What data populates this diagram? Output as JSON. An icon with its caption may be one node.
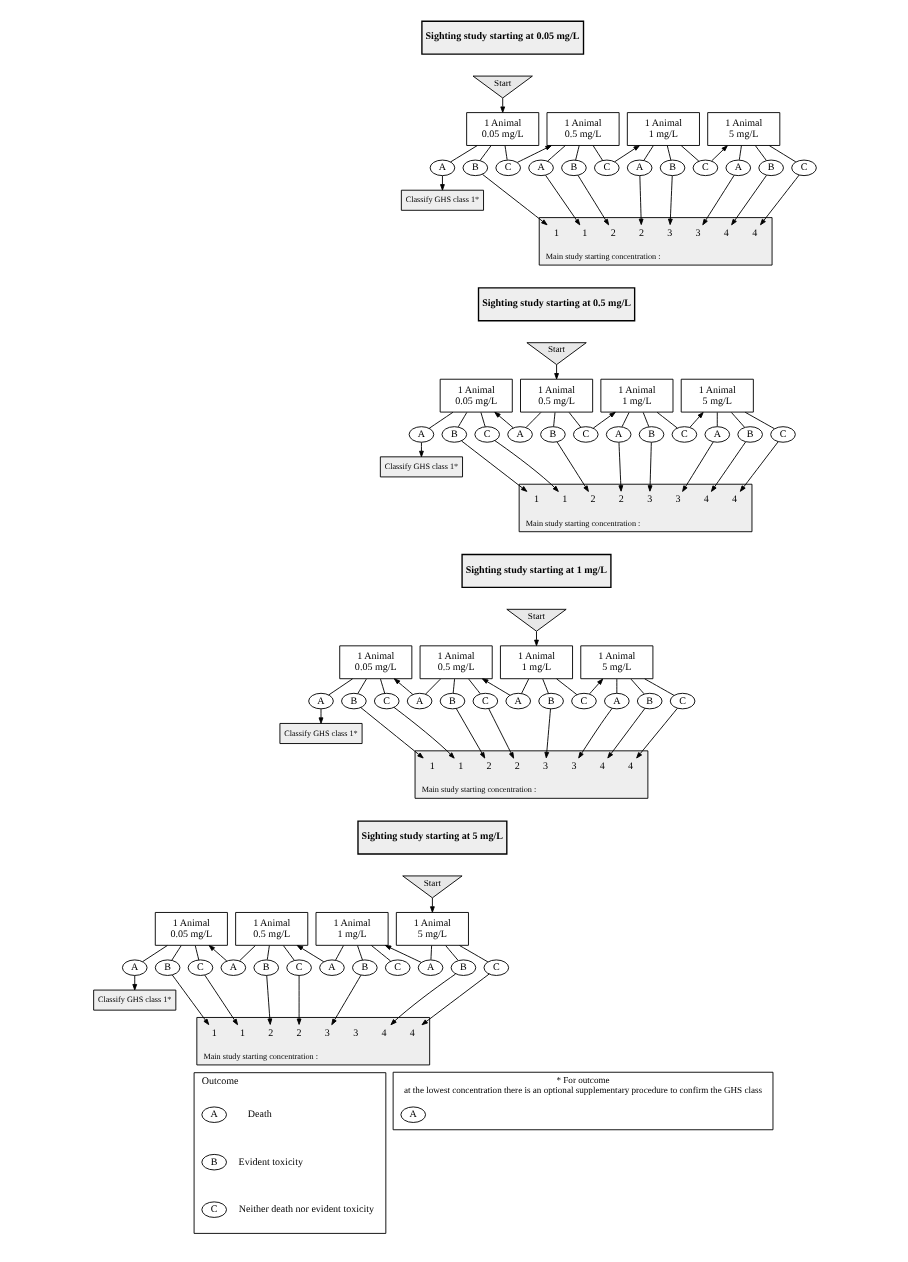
{
  "diagram": {
    "nodes": [
      {
        "text": [
          "Sighting study starting at 0.05 mg/L"
        ]
      },
      {
        "text": [
          "Start"
        ]
      },
      {
        "text": [
          "1 Animal",
          "0.05 mg/L"
        ]
      },
      {
        "text": [
          "1 Animal",
          "0.5 mg/L"
        ]
      },
      {
        "text": [
          "1 Animal",
          "1 mg/L"
        ]
      },
      {
        "text": [
          "1 Animal",
          "5 mg/L"
        ]
      },
      {
        "text": [
          "A"
        ]
      },
      {
        "text": [
          "B"
        ]
      },
      {
        "text": [
          "C"
        ]
      },
      {
        "text": [
          "A"
        ]
      },
      {
        "text": [
          "B"
        ]
      },
      {
        "text": [
          "C"
        ]
      },
      {
        "text": [
          "A"
        ]
      },
      {
        "text": [
          "B"
        ]
      },
      {
        "text": [
          "C"
        ]
      },
      {
        "text": [
          "A"
        ]
      },
      {
        "text": [
          "B"
        ]
      },
      {
        "text": [
          "C"
        ]
      },
      {
        "text": [
          "Classify GHS class 1*"
        ]
      },
      {
        "text": [
          "Main study starting concentration :"
        ]
      },
      {
        "text": [
          "1"
        ],
        "in": 19
      },
      {
        "text": [
          "1"
        ],
        "in": 19
      },
      {
        "text": [
          "2"
        ],
        "in": 19
      },
      {
        "text": [
          "2"
        ],
        "in": 19
      },
      {
        "text": [
          "3"
        ],
        "in": 19
      },
      {
        "text": [
          "3"
        ],
        "in": 19
      },
      {
        "text": [
          "4"
        ],
        "in": 19
      },
      {
        "text": [
          "4"
        ],
        "in": 19
      },
      {
        "text": [
          "Sighting study starting at 0.5 mg/L"
        ]
      },
      {
        "text": [
          "Start"
        ]
      },
      {
        "text": [
          "1 Animal",
          "0.05 mg/L"
        ]
      },
      {
        "text": [
          "1 Animal",
          "0.5 mg/L"
        ]
      },
      {
        "text": [
          "1 Animal",
          "1 mg/L"
        ]
      },
      {
        "text": [
          "1 Animal",
          "5 mg/L"
        ]
      },
      {
        "text": [
          "A"
        ]
      },
      {
        "text": [
          "B"
        ]
      },
      {
        "text": [
          "C"
        ]
      },
      {
        "text": [
          "A"
        ]
      },
      {
        "text": [
          "B"
        ]
      },
      {
        "text": [
          "C"
        ]
      },
      {
        "text": [
          "A"
        ]
      },
      {
        "text": [
          "B"
        ]
      },
      {
        "text": [
          "C"
        ]
      },
      {
        "text": [
          "A"
        ]
      },
      {
        "text": [
          "B"
        ]
      },
      {
        "text": [
          "C"
        ]
      },
      {
        "text": [
          "Classify GHS class 1*"
        ]
      },
      {
        "text": [
          "Main study starting concentration :"
        ]
      },
      {
        "text": [
          "1"
        ],
        "in": 47
      },
      {
        "text": [
          "1"
        ],
        "in": 47
      },
      {
        "text": [
          "2"
        ],
        "in": 47
      },
      {
        "text": [
          "2"
        ],
        "in": 47
      },
      {
        "text": [
          "3"
        ],
        "in": 47
      },
      {
        "text": [
          "3"
        ],
        "in": 47
      },
      {
        "text": [
          "4"
        ],
        "in": 47
      },
      {
        "text": [
          "4"
        ],
        "in": 47
      },
      {
        "text": [
          "Sighting study starting at 1 mg/L"
        ]
      },
      {
        "text": [
          "Start"
        ]
      },
      {
        "text": [
          "1 Animal",
          "0.05 mg/L"
        ]
      },
      {
        "text": [
          "1 Animal",
          "0.5 mg/L"
        ]
      },
      {
        "text": [
          "1 Animal",
          "1 mg/L"
        ]
      },
      {
        "text": [
          "1 Animal",
          "5 mg/L"
        ]
      },
      {
        "text": [
          "A"
        ]
      },
      {
        "text": [
          "B"
        ]
      },
      {
        "text": [
          "C"
        ]
      },
      {
        "text": [
          "A"
        ]
      },
      {
        "text": [
          "B"
        ]
      },
      {
        "text": [
          "C"
        ]
      },
      {
        "text": [
          "A"
        ]
      },
      {
        "text": [
          "B"
        ]
      },
      {
        "text": [
          "C"
        ]
      },
      {
        "text": [
          "A"
        ]
      },
      {
        "text": [
          "B"
        ]
      },
      {
        "text": [
          "C"
        ]
      },
      {
        "text": [
          "Classify GHS class 1*"
        ]
      },
      {
        "text": [
          "Main study starting concentration :"
        ]
      },
      {
        "text": [
          "1"
        ],
        "in": 75
      },
      {
        "text": [
          "1"
        ],
        "in": 75
      },
      {
        "text": [
          "2"
        ],
        "in": 75
      },
      {
        "text": [
          "2"
        ],
        "in": 75
      },
      {
        "text": [
          "3"
        ],
        "in": 75
      },
      {
        "text": [
          "3"
        ],
        "in": 75
      },
      {
        "text": [
          "4"
        ],
        "in": 75
      },
      {
        "text": [
          "4"
        ],
        "in": 75
      },
      {
        "text": [
          "Sighting study starting at 5 mg/L"
        ]
      },
      {
        "text": [
          "Start"
        ]
      },
      {
        "text": [
          "1 Animal",
          "0.05 mg/L"
        ]
      },
      {
        "text": [
          "1 Animal",
          "0.5 mg/L"
        ]
      },
      {
        "text": [
          "1 Animal",
          "1 mg/L"
        ]
      },
      {
        "text": [
          "1 Animal",
          "5 mg/L"
        ]
      },
      {
        "text": [
          "A"
        ]
      },
      {
        "text": [
          "B"
        ]
      },
      {
        "text": [
          "C"
        ]
      },
      {
        "text": [
          "A"
        ]
      },
      {
        "text": [
          "B"
        ]
      },
      {
        "text": [
          "C"
        ]
      },
      {
        "text": [
          "A"
        ]
      },
      {
        "text": [
          "B"
        ]
      },
      {
        "text": [
          "C"
        ]
      },
      {
        "text": [
          "A"
        ]
      },
      {
        "text": [
          "B"
        ]
      },
      {
        "text": [
          "C"
        ]
      },
      {
        "text": [
          "Classify GHS class 1*"
        ]
      },
      {
        "text": [
          "Main study starting concentration :"
        ]
      },
      {
        "text": [
          "1"
        ],
        "in": 103
      },
      {
        "text": [
          "1"
        ],
        "in": 103
      },
      {
        "text": [
          "2"
        ],
        "in": 103
      },
      {
        "text": [
          "2"
        ],
        "in": 103
      },
      {
        "text": [
          "3"
        ],
        "in": 103
      },
      {
        "text": [
          "3"
        ],
        "in": 103
      },
      {
        "text": [
          "4"
        ],
        "in": 103
      },
      {
        "text": [
          "4"
        ],
        "in": 103
      },
      {
        "text": [
          "Outcome"
        ]
      },
      {
        "text": [
          "A"
        ],
        "in": 112,
        "beside": [
          "Death"
        ]
      },
      {
        "text": [
          "B"
        ],
        "in": 112,
        "beside": [
          "Evident toxicity"
        ]
      },
      {
        "text": [
          "C"
        ],
        "in": 112,
        "beside": [
          "Neither death nor evident toxicity"
        ]
      },
      {
        "text": [
          "* For outcome",
          "at the lowest concentration there is an optional supplementary procedure to confirm the GHS class"
        ]
      },
      {
        "text": [
          "A"
        ],
        "in": 116
      }
    ],
    "edges": [
      {
        "from": 1,
        "to": 2,
        "arrow": "to"
      },
      {
        "from": 2,
        "to": 6,
        "arrow": "none"
      },
      {
        "from": 2,
        "to": 7,
        "arrow": "none"
      },
      {
        "from": 2,
        "to": 8,
        "arrow": "none"
      },
      {
        "from": 3,
        "to": 9,
        "arrow": "none"
      },
      {
        "from": 3,
        "to": 10,
        "arrow": "none"
      },
      {
        "from": 3,
        "to": 11,
        "arrow": "none"
      },
      {
        "from": 4,
        "to": 12,
        "arrow": "none"
      },
      {
        "from": 4,
        "to": 13,
        "arrow": "none"
      },
      {
        "from": 4,
        "to": 14,
        "arrow": "none"
      },
      {
        "from": 5,
        "to": 15,
        "arrow": "none"
      },
      {
        "from": 5,
        "to": 16,
        "arrow": "none"
      },
      {
        "from": 5,
        "to": 17,
        "arrow": "none"
      },
      {
        "from": 6,
        "to": 18,
        "arrow": "to"
      },
      {
        "from": 7,
        "to": 20,
        "arrow": "to"
      },
      {
        "from": 8,
        "to": 3,
        "arrow": "to"
      },
      {
        "from": 9,
        "to": 21,
        "arrow": "to"
      },
      {
        "from": 10,
        "to": 22,
        "arrow": "to"
      },
      {
        "from": 11,
        "to": 4,
        "arrow": "to"
      },
      {
        "from": 12,
        "to": 23,
        "arrow": "to"
      },
      {
        "from": 13,
        "to": 24,
        "arrow": "to"
      },
      {
        "from": 14,
        "to": 5,
        "arrow": "to"
      },
      {
        "from": 15,
        "to": 25,
        "arrow": "to"
      },
      {
        "from": 16,
        "to": 26,
        "arrow": "to"
      },
      {
        "from": 17,
        "to": 27,
        "arrow": "to"
      },
      {
        "from": 29,
        "to": 31,
        "arrow": "to"
      },
      {
        "from": 30,
        "to": 34,
        "arrow": "none"
      },
      {
        "from": 30,
        "to": 35,
        "arrow": "none"
      },
      {
        "from": 30,
        "to": 36,
        "arrow": "none"
      },
      {
        "from": 31,
        "to": 37,
        "arrow": "none"
      },
      {
        "from": 31,
        "to": 38,
        "arrow": "none"
      },
      {
        "from": 31,
        "to": 39,
        "arrow": "none"
      },
      {
        "from": 32,
        "to": 40,
        "arrow": "none"
      },
      {
        "from": 32,
        "to": 41,
        "arrow": "none"
      },
      {
        "from": 32,
        "to": 42,
        "arrow": "none"
      },
      {
        "from": 33,
        "to": 43,
        "arrow": "none"
      },
      {
        "from": 33,
        "to": 44,
        "arrow": "none"
      },
      {
        "from": 33,
        "to": 45,
        "arrow": "none"
      },
      {
        "from": 34,
        "to": 46,
        "arrow": "to"
      },
      {
        "from": 35,
        "to": 48,
        "arrow": "to"
      },
      {
        "from": 36,
        "to": 49,
        "arrow": "to"
      },
      {
        "from": 37,
        "to": 30,
        "arrow": "to"
      },
      {
        "from": 38,
        "to": 50,
        "arrow": "to"
      },
      {
        "from": 39,
        "to": 32,
        "arrow": "to"
      },
      {
        "from": 40,
        "to": 51,
        "arrow": "to"
      },
      {
        "from": 41,
        "to": 52,
        "arrow": "to"
      },
      {
        "from": 42,
        "to": 33,
        "arrow": "to"
      },
      {
        "from": 43,
        "to": 53,
        "arrow": "to"
      },
      {
        "from": 44,
        "to": 54,
        "arrow": "to"
      },
      {
        "from": 45,
        "to": 55,
        "arrow": "to"
      },
      {
        "from": 57,
        "to": 60,
        "arrow": "to"
      },
      {
        "from": 58,
        "to": 62,
        "arrow": "none"
      },
      {
        "from": 58,
        "to": 63,
        "arrow": "none"
      },
      {
        "from": 58,
        "to": 64,
        "arrow": "none"
      },
      {
        "from": 59,
        "to": 65,
        "arrow": "none"
      },
      {
        "from": 59,
        "to": 66,
        "arrow": "none"
      },
      {
        "from": 59,
        "to": 67,
        "arrow": "none"
      },
      {
        "from": 60,
        "to": 68,
        "arrow": "none"
      },
      {
        "from": 60,
        "to": 69,
        "arrow": "none"
      },
      {
        "from": 60,
        "to": 70,
        "arrow": "none"
      },
      {
        "from": 61,
        "to": 71,
        "arrow": "none"
      },
      {
        "from": 61,
        "to": 72,
        "arrow": "none"
      },
      {
        "from": 61,
        "to": 73,
        "arrow": "none"
      },
      {
        "from": 62,
        "to": 74,
        "arrow": "to"
      },
      {
        "from": 63,
        "to": 76,
        "arrow": "to"
      },
      {
        "from": 64,
        "to": 77,
        "arrow": "to"
      },
      {
        "from": 65,
        "to": 58,
        "arrow": "to"
      },
      {
        "from": 66,
        "to": 78,
        "arrow": "to"
      },
      {
        "from": 67,
        "to": 79,
        "arrow": "to"
      },
      {
        "from": 68,
        "to": 59,
        "arrow": "to"
      },
      {
        "from": 69,
        "to": 80,
        "arrow": "to"
      },
      {
        "from": 70,
        "to": 61,
        "arrow": "to"
      },
      {
        "from": 71,
        "to": 81,
        "arrow": "to"
      },
      {
        "from": 72,
        "to": 82,
        "arrow": "to"
      },
      {
        "from": 73,
        "to": 83,
        "arrow": "to"
      },
      {
        "from": 85,
        "to": 89,
        "arrow": "to"
      },
      {
        "from": 86,
        "to": 90,
        "arrow": "none"
      },
      {
        "from": 86,
        "to": 91,
        "arrow": "none"
      },
      {
        "from": 86,
        "to": 92,
        "arrow": "none"
      },
      {
        "from": 87,
        "to": 93,
        "arrow": "none"
      },
      {
        "from": 87,
        "to": 94,
        "arrow": "none"
      },
      {
        "from": 87,
        "to": 95,
        "arrow": "none"
      },
      {
        "from": 88,
        "to": 96,
        "arrow": "none"
      },
      {
        "from": 88,
        "to": 97,
        "arrow": "none"
      },
      {
        "from": 88,
        "to": 98,
        "arrow": "none"
      },
      {
        "from": 89,
        "to": 99,
        "arrow": "none"
      },
      {
        "from": 89,
        "to": 100,
        "arrow": "none"
      },
      {
        "from": 89,
        "to": 101,
        "arrow": "none"
      },
      {
        "from": 90,
        "to": 102,
        "arrow": "to"
      },
      {
        "from": 91,
        "to": 104,
        "arrow": "to"
      },
      {
        "from": 92,
        "to": 105,
        "arrow": "to"
      },
      {
        "from": 93,
        "to": 86,
        "arrow": "to"
      },
      {
        "from": 94,
        "to": 106,
        "arrow": "to"
      },
      {
        "from": 95,
        "to": 107,
        "arrow": "to"
      },
      {
        "from": 96,
        "to": 87,
        "arrow": "to"
      },
      {
        "from": 97,
        "to": 108,
        "arrow": "to"
      },
      {
        "from": 99,
        "to": 88,
        "arrow": "to"
      },
      {
        "from": 100,
        "to": 110,
        "arrow": "to"
      },
      {
        "from": 101,
        "to": 111,
        "arrow": "to"
      }
    ]
  }
}
